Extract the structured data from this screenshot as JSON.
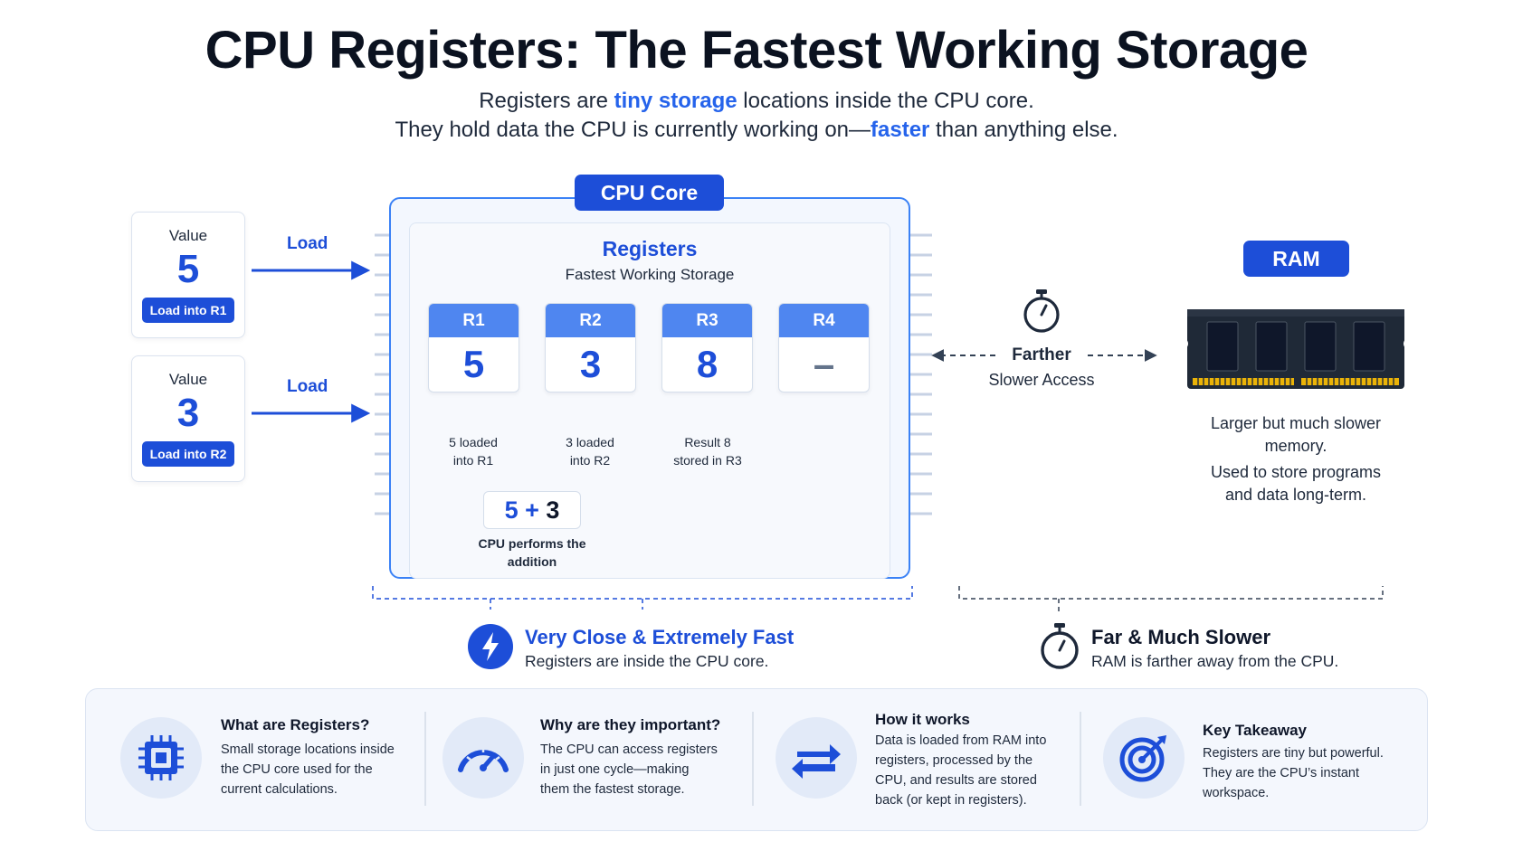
{
  "title": "CPU Registers: The Fastest Working Storage",
  "subtitle": {
    "line1_pre": "Registers are ",
    "line1_hl": "tiny storage",
    "line1_post": " locations inside the CPU core.",
    "line2_pre": "They hold data the CPU is currently working on—",
    "line2_hl": "faster",
    "line2_post": " than anything else."
  },
  "inputs": [
    {
      "label": "Value",
      "value": "5",
      "action": "Load into R1",
      "arrow": "Load"
    },
    {
      "label": "Value",
      "value": "3",
      "action": "Load into R2",
      "arrow": "Load"
    }
  ],
  "cpu_core": {
    "tab": "CPU Core",
    "registers_title": "Registers",
    "registers_subtitle": "Fastest Working Storage",
    "registers": [
      {
        "name": "R1",
        "value": "5"
      },
      {
        "name": "R2",
        "value": "3"
      },
      {
        "name": "R3",
        "value": "8"
      },
      {
        "name": "R4",
        "value": "–"
      }
    ],
    "notes": {
      "r1_line1": "5 loaded",
      "r1_line2": "into R1",
      "r2_line1": "3 loaded",
      "r2_line2": "into R2",
      "r3_line1": "Result 8",
      "r3_line2": "stored in R3"
    },
    "operation": {
      "a": "5",
      "op": "+",
      "b": "3"
    },
    "operation_line1": "CPU performs the",
    "operation_line2": "addition"
  },
  "distance": {
    "title": "Farther",
    "subtitle": "Slower Access"
  },
  "ram": {
    "tab": "RAM",
    "desc1_line1": "Larger but much slower",
    "desc1_line2": "memory.",
    "desc2_line1": "Used to store programs",
    "desc2_line2": "and data long-term."
  },
  "summaries": {
    "near": {
      "title": "Very Close & Extremely Fast",
      "text": "Registers are inside the CPU core."
    },
    "far": {
      "title": "Far & Much Slower",
      "text": "RAM is farther away from the CPU."
    }
  },
  "features": [
    {
      "icon": "chip-icon",
      "title": "What are Registers?",
      "lines": [
        "Small storage locations inside",
        "the CPU core used for the",
        "current calculations."
      ]
    },
    {
      "icon": "speedometer-icon",
      "title": "Why are they important?",
      "lines": [
        "The CPU can access registers",
        "in just one cycle—making",
        "them the fastest storage."
      ]
    },
    {
      "icon": "transfer-arrows-icon",
      "title": "How it works",
      "lines": [
        "Data is loaded from RAM into",
        "registers, processed by the",
        "CPU, and results are stored",
        "back (or kept in registers)."
      ]
    },
    {
      "icon": "target-icon",
      "title": "Key Takeaway",
      "lines": [
        "Registers are tiny but powerful.",
        "They are the CPU’s instant",
        "workspace."
      ]
    }
  ],
  "colors": {
    "accent": "#1d4ed8",
    "register_header": "#4f86f0",
    "panel": "#f4f7fd"
  }
}
